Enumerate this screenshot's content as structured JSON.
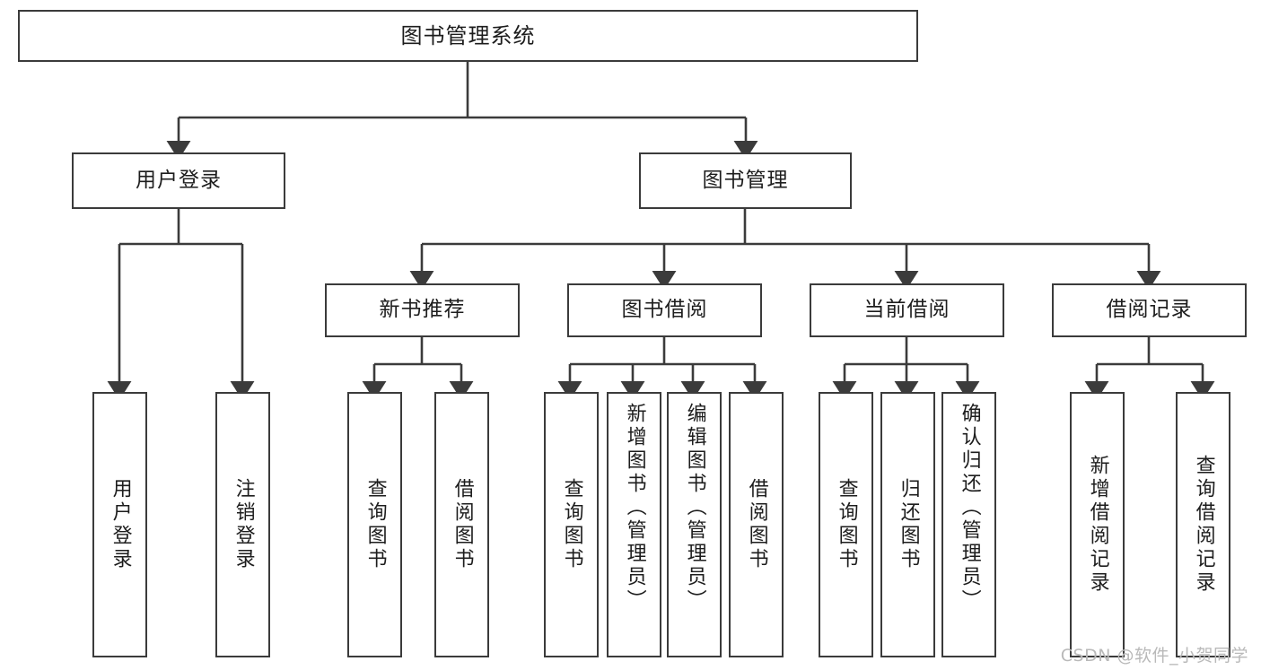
{
  "diagram": {
    "title": "图书管理系统",
    "type": "tree",
    "colors": {
      "box_border": "#3b3b3b",
      "box_fill": "#ffffff",
      "line": "#3b3b3b",
      "text": "#1d1d1d",
      "watermark": "#b9b9b9",
      "background": "#ffffff"
    },
    "root": {
      "id": "root",
      "label": "图书管理系统"
    },
    "level2": [
      {
        "id": "user-login",
        "label": "用户登录"
      },
      {
        "id": "book-manage",
        "label": "图书管理"
      }
    ],
    "level3": [
      {
        "id": "new-book-rec",
        "label": "新书推荐",
        "parent": "book-manage"
      },
      {
        "id": "book-borrow",
        "label": "图书借阅",
        "parent": "book-manage"
      },
      {
        "id": "current-borrow",
        "label": "当前借阅",
        "parent": "book-manage"
      },
      {
        "id": "borrow-record",
        "label": "借阅记录",
        "parent": "book-manage"
      }
    ],
    "leaves": [
      {
        "id": "leaf-user-login",
        "label": "用户登录",
        "parent": "user-login"
      },
      {
        "id": "leaf-user-logout",
        "label": "注销登录",
        "parent": "user-login"
      },
      {
        "id": "leaf-query-book-rec",
        "label": "查询图书",
        "parent": "new-book-rec"
      },
      {
        "id": "leaf-borrow-book-rec",
        "label": "借阅图书",
        "parent": "new-book-rec"
      },
      {
        "id": "leaf-query-book-borrow",
        "label": "查询图书",
        "parent": "book-borrow"
      },
      {
        "id": "leaf-add-book",
        "label": "新增图书（管理员）",
        "parent": "book-borrow"
      },
      {
        "id": "leaf-edit-book",
        "label": "编辑图书（管理员）",
        "parent": "book-borrow"
      },
      {
        "id": "leaf-borrow-book",
        "label": "借阅图书",
        "parent": "book-borrow"
      },
      {
        "id": "leaf-query-book-cur",
        "label": "查询图书",
        "parent": "current-borrow"
      },
      {
        "id": "leaf-return-book",
        "label": "归还图书",
        "parent": "current-borrow"
      },
      {
        "id": "leaf-confirm-return",
        "label": "确认归还（管理员）",
        "parent": "current-borrow"
      },
      {
        "id": "leaf-add-record",
        "label": "新增借阅记录",
        "parent": "borrow-record"
      },
      {
        "id": "leaf-query-record",
        "label": "查询借阅记录",
        "parent": "borrow-record"
      }
    ]
  },
  "watermark": {
    "text": "CSDN @软件_小贺同学"
  }
}
